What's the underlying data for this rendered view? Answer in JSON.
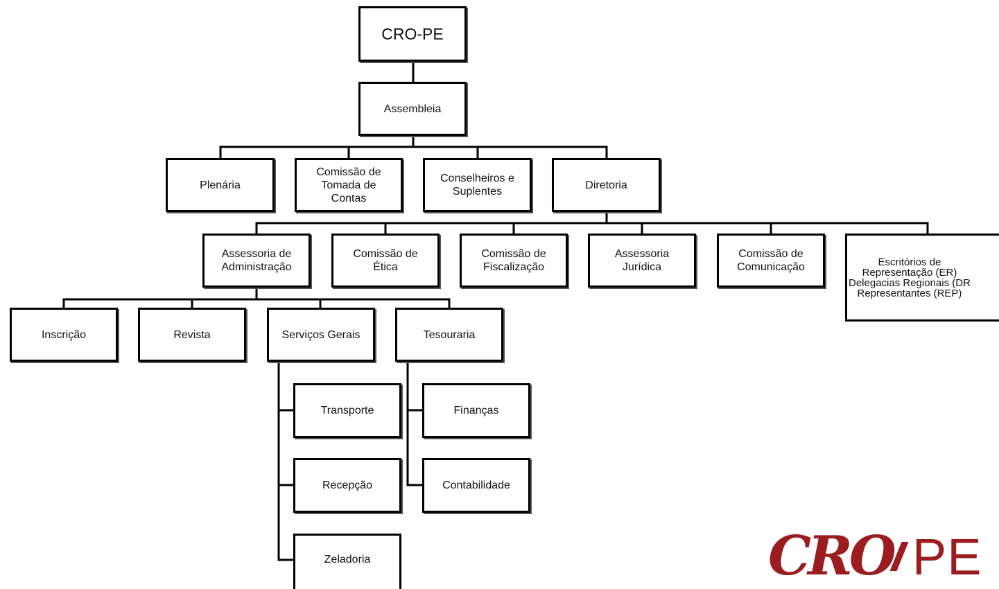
{
  "diagram": {
    "nodes": {
      "cro_pe": "CRO-PE",
      "assembleia": "Assembleia",
      "plenaria": "Plenária",
      "comissao_tomada": "Comissão de\nTomada de\nContas",
      "conselheiros": "Conselheiros e\nSuplentes",
      "diretoria": "Diretoria",
      "assessoria_administracao": "Assessoria de\nAdministração",
      "comissao_etica": "Comissão de\nÉtica",
      "comissao_fiscalizacao": "Comissão de\nFiscalização",
      "assessoria_juridica": "Assessoria\nJurídica",
      "comissao_comunicacao": "Comissão de\nComunicação",
      "escritorios": "Escritórios de\nRepresentação (ER)\nDelegacias Regionais (DR\nRepresentantes (REP)",
      "inscricao": "Inscrição",
      "revista": "Revista",
      "servicos_gerais": "Serviços Gerais",
      "tesouraria": "Tesouraria",
      "transporte": "Transporte",
      "recepcao": "Recepção",
      "zeladoria": "Zeladoria",
      "financas": "Finanças",
      "contabilidade": "Contabilidade"
    }
  },
  "logo": {
    "mark": "CRO",
    "suffix": "PE",
    "color": "#9b1d20"
  }
}
